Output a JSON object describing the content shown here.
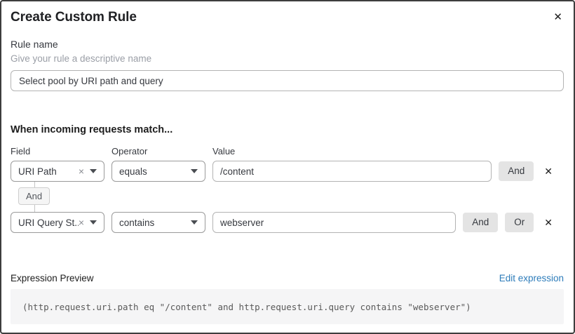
{
  "dialog": {
    "title": "Create Custom Rule"
  },
  "icons": {
    "close": "✕",
    "remove_row": "✕",
    "clear_select": "×"
  },
  "rule_name": {
    "label": "Rule name",
    "helper": "Give your rule a descriptive name",
    "value": "Select pool by URI path and query"
  },
  "match": {
    "heading": "When incoming requests match...",
    "columns": {
      "field": "Field",
      "operator": "Operator",
      "value": "Value"
    },
    "rows": [
      {
        "field": "URI Path",
        "operator": "equals",
        "value": "/content",
        "and_label": "And"
      },
      {
        "field": "URI Query St...",
        "operator": "contains",
        "value": "webserver",
        "and_label": "And",
        "or_label": "Or"
      }
    ],
    "connector_label": "And"
  },
  "expression": {
    "label": "Expression Preview",
    "edit_link": "Edit expression",
    "code": "(http.request.uri.path eq \"/content\" and http.request.uri.query contains \"webserver\")"
  },
  "colors": {
    "accent_link": "#2d7cba",
    "button_bg": "#e4e4e4",
    "dialog_border": "#3d3d3d",
    "code_bg": "#f5f5f6"
  }
}
